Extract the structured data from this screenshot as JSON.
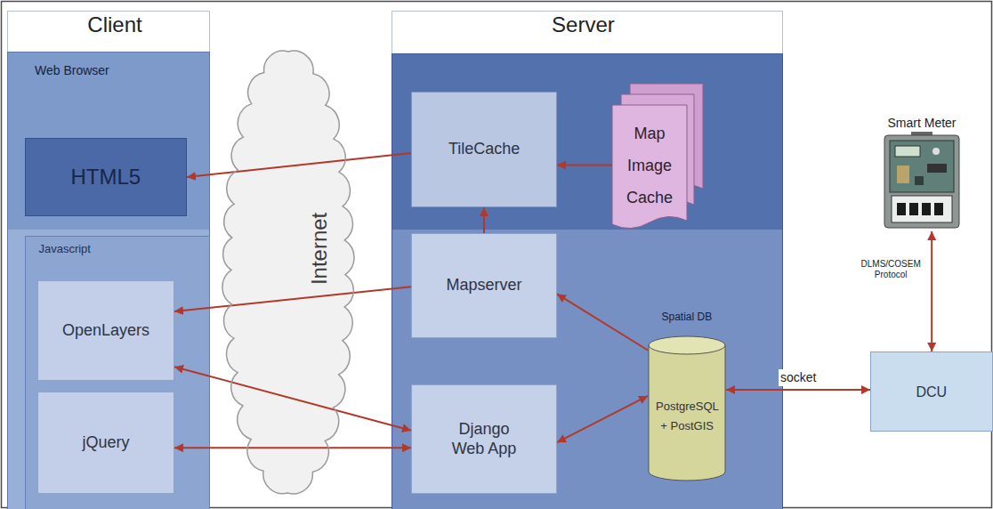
{
  "diagram": {
    "nodes": [
      {
        "text": [
          "Client",
          "Web Browser"
        ]
      },
      {
        "text": [
          "HTML5"
        ],
        "in": 0
      },
      {
        "text": [
          "Javascript"
        ],
        "in": 0
      },
      {
        "text": [
          "OpenLayers"
        ],
        "in": 2
      },
      {
        "text": [
          "jQuery"
        ],
        "in": 2
      },
      {
        "text": [
          "Internet"
        ]
      },
      {
        "text": [
          "Server"
        ]
      },
      {
        "text": [
          "TileCache"
        ],
        "in": 6
      },
      {
        "text": [
          "Map Image Cache"
        ],
        "in": 6
      },
      {
        "text": [
          "Mapserver"
        ],
        "in": 6
      },
      {
        "text": [
          "Spatial DB",
          "PostgreSQL + PostGIS"
        ],
        "in": 6
      },
      {
        "text": [
          "Django Web App"
        ],
        "in": 6
      },
      {
        "text": [
          "Smart Meter"
        ]
      },
      {
        "text": [
          "DCU"
        ]
      }
    ],
    "edges": [
      {
        "from": 7,
        "to": 1,
        "arrow": "to"
      },
      {
        "from": 8,
        "to": 7,
        "arrow": "to"
      },
      {
        "from": 9,
        "to": 7,
        "arrow": "to"
      },
      {
        "from": 9,
        "to": 3,
        "arrow": "to"
      },
      {
        "from": 3,
        "to": 11,
        "arrow": "both"
      },
      {
        "from": 4,
        "to": 11,
        "arrow": "both"
      },
      {
        "from": 10,
        "to": 9,
        "arrow": "to"
      },
      {
        "from": 10,
        "to": 11,
        "arrow": "both"
      },
      {
        "from": 10,
        "to": 13,
        "label": "socket",
        "arrow": "both"
      },
      {
        "from": 12,
        "to": 13,
        "label": "DLMS/COSEM Protocol",
        "arrow": "both"
      }
    ]
  }
}
